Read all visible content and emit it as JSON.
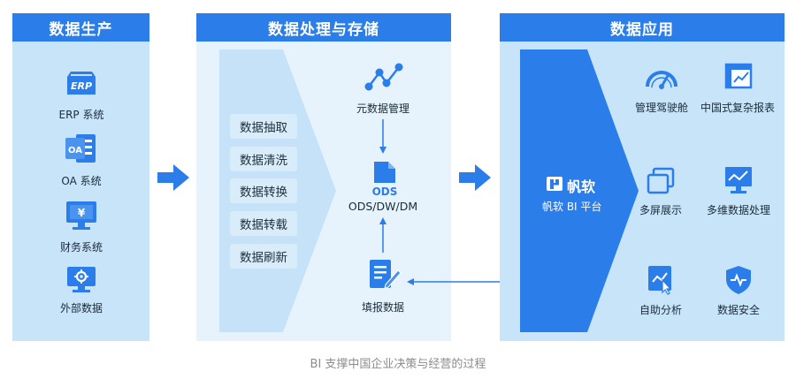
{
  "production": {
    "header": "数据生产",
    "items": [
      {
        "icon": "erp-icon",
        "icon_text": "ERP",
        "label": "ERP 系统"
      },
      {
        "icon": "oa-icon",
        "icon_text": "OA",
        "label": "OA 系统"
      },
      {
        "icon": "finance-icon",
        "icon_text": "¥",
        "label": "财务系统"
      },
      {
        "icon": "external-data-icon",
        "icon_text": "",
        "label": "外部数据"
      }
    ]
  },
  "processing": {
    "header": "数据处理与存储",
    "steps": [
      "数据抽取",
      "数据清洗",
      "数据转换",
      "数据转载",
      "数据刷新"
    ],
    "metadata_label": "元数据管理",
    "ods_icon_text": "ODS",
    "ods_label": "ODS/DW/DM",
    "fill_label": "填报数据"
  },
  "application": {
    "header": "数据应用",
    "brand_name": "帆软",
    "brand_sub": "帆软 BI 平台",
    "items": [
      {
        "icon": "dashboard-icon",
        "label": "管理驾驶舱"
      },
      {
        "icon": "report-icon",
        "label": "中国式复杂报表"
      },
      {
        "icon": "multi-screen-icon",
        "label": "多屏展示"
      },
      {
        "icon": "multidim-icon",
        "label": "多维数据处理"
      },
      {
        "icon": "self-analysis-icon",
        "label": "自助分析"
      },
      {
        "icon": "security-icon",
        "label": "数据安全"
      }
    ]
  },
  "caption": "BI 支撑中国企业决策与经营的过程",
  "colors": {
    "primary": "#2b7de9",
    "panel_light": "#e6f3fd",
    "panel_mid": "#c6e2f8",
    "pill": "#d8ecfa"
  }
}
